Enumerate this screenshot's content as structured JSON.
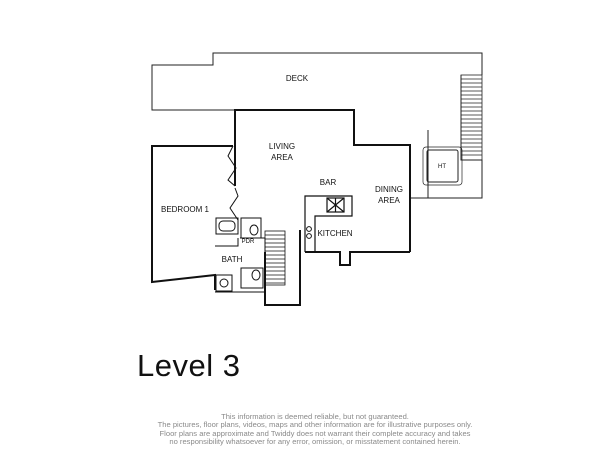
{
  "rooms": {
    "deck": "DECK",
    "living": "LIVING",
    "living_area": "AREA",
    "bar": "BAR",
    "dining": "DINING",
    "dining_area": "AREA",
    "bedroom": "BEDROOM 1",
    "kitchen": "KITCHEN",
    "bath": "BATH",
    "pdr": "PDR",
    "hot_tub": "HT"
  },
  "level_title": "Level 3",
  "disclaimer": [
    "This information is deemed reliable, but not guaranteed.",
    "The pictures, floor plans, videos, maps and other information are for illustrative purposes only.",
    "Floor plans are approximate and Twiddy does not warrant their complete accuracy and takes",
    "no responsibility whatsoever for any error, omission, or misstatement contained herein."
  ]
}
